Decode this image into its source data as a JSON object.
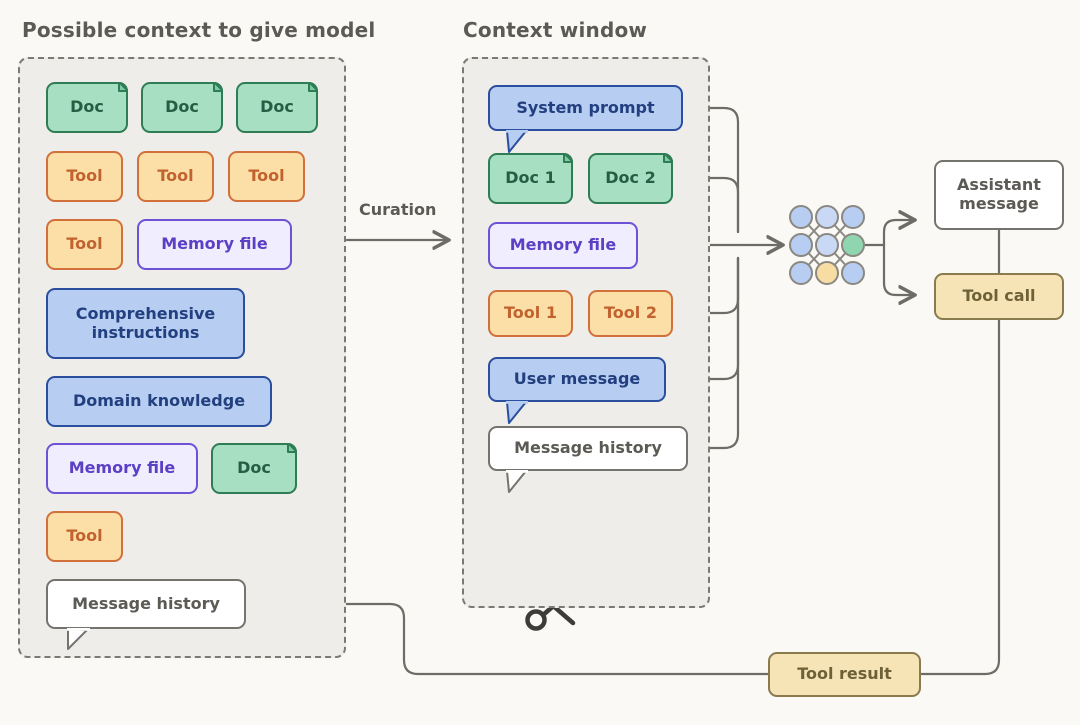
{
  "diagram": {
    "background_color": "#faf9f5",
    "panel_fill": "#efedea",
    "panel_border": "#7a7a74",
    "line_color": "#6e6c66"
  },
  "columns": {
    "left_title": "Possible context to give model",
    "right_title": "Context window"
  },
  "curation": {
    "label": "Curation"
  },
  "left_panel": {
    "items": [
      {
        "label": "Doc",
        "kind": "doc"
      },
      {
        "label": "Doc",
        "kind": "doc"
      },
      {
        "label": "Doc",
        "kind": "doc"
      },
      {
        "label": "Tool",
        "kind": "tool"
      },
      {
        "label": "Tool",
        "kind": "tool"
      },
      {
        "label": "Tool",
        "kind": "tool"
      },
      {
        "label": "Tool",
        "kind": "tool"
      },
      {
        "label": "Memory file",
        "kind": "memory"
      },
      {
        "label": "Comprehensive instructions",
        "kind": "blue"
      },
      {
        "label": "Domain knowledge",
        "kind": "blue"
      },
      {
        "label": "Memory file",
        "kind": "memory"
      },
      {
        "label": "Doc",
        "kind": "doc"
      },
      {
        "label": "Tool",
        "kind": "tool"
      },
      {
        "label": "Message history",
        "kind": "white"
      }
    ]
  },
  "context_window": {
    "items": [
      {
        "label": "System prompt",
        "kind": "blue"
      },
      {
        "label": "Doc 1",
        "kind": "doc"
      },
      {
        "label": "Doc 2",
        "kind": "doc"
      },
      {
        "label": "Memory file",
        "kind": "memory"
      },
      {
        "label": "Tool 1",
        "kind": "tool"
      },
      {
        "label": "Tool 2",
        "kind": "tool"
      },
      {
        "label": "User message",
        "kind": "blue"
      },
      {
        "label": "Message history",
        "kind": "white"
      }
    ],
    "truncation_icon": "scissors-icon"
  },
  "model": {
    "icon": "neural-network-icon",
    "node_colors": {
      "default": "#b7cdf2",
      "highlight_green": "#8fd6b0",
      "highlight_yellow": "#f7dca4"
    }
  },
  "outputs": {
    "assistant_message": "Assistant message",
    "tool_call": "Tool call",
    "tool_result": "Tool result"
  }
}
